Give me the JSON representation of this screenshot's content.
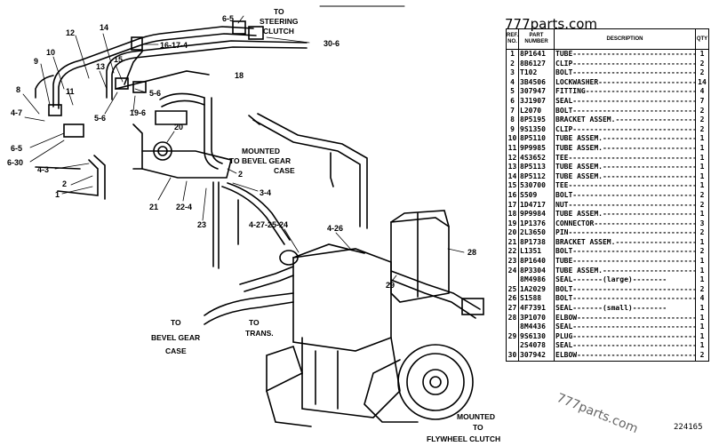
{
  "watermark_top": "777parts.com",
  "watermark_bottom": "777parts.com",
  "drawing_number": "224165",
  "table_headers": {
    "ref": "REF. NO.",
    "part": "PART NUMBER",
    "desc": "DESCRIPTION",
    "qty": "QTY"
  },
  "parts": [
    {
      "ref": "1",
      "part": "8P1641",
      "desc": "TUBE",
      "qty": "1"
    },
    {
      "ref": "2",
      "part": "8B6127",
      "desc": "CLIP",
      "qty": "2"
    },
    {
      "ref": "3",
      "part": "T102",
      "desc": "BOLT",
      "qty": "2"
    },
    {
      "ref": "4",
      "part": "3B4506",
      "desc": "LOCKWASHER",
      "qty": "14"
    },
    {
      "ref": "5",
      "part": "307947",
      "desc": "FITTING",
      "qty": "4"
    },
    {
      "ref": "6",
      "part": "3J1907",
      "desc": "SEAL",
      "qty": "7"
    },
    {
      "ref": "7",
      "part": "L2070",
      "desc": "BOLT",
      "qty": "2"
    },
    {
      "ref": "8",
      "part": "8P5195",
      "desc": "BRACKET ASSEM.",
      "qty": "2"
    },
    {
      "ref": "9",
      "part": "9S1350",
      "desc": "CLIP",
      "qty": "2"
    },
    {
      "ref": "10",
      "part": "8P5110",
      "desc": "TUBE ASSEM.",
      "qty": "1"
    },
    {
      "ref": "11",
      "part": "9P9985",
      "desc": "TUBE ASSEM.",
      "qty": "1"
    },
    {
      "ref": "12",
      "part": "4S3652",
      "desc": "TEE",
      "qty": "1"
    },
    {
      "ref": "13",
      "part": "8P5113",
      "desc": "TUBE ASSEM.",
      "qty": "1"
    },
    {
      "ref": "14",
      "part": "8P5112",
      "desc": "TUBE ASSEM.",
      "qty": "1"
    },
    {
      "ref": "15",
      "part": "530700",
      "desc": "TEE",
      "qty": "1"
    },
    {
      "ref": "16",
      "part": "S509",
      "desc": "BOLT",
      "qty": "2"
    },
    {
      "ref": "17",
      "part": "1D4717",
      "desc": "NUT",
      "qty": "2"
    },
    {
      "ref": "18",
      "part": "9P9984",
      "desc": "TUBE ASSEM.",
      "qty": "1"
    },
    {
      "ref": "19",
      "part": "1P1376",
      "desc": "CONNECTOR",
      "qty": "3"
    },
    {
      "ref": "20",
      "part": "2L3650",
      "desc": "PIN",
      "qty": "2"
    },
    {
      "ref": "21",
      "part": "8P1738",
      "desc": "BRACKET ASSEM.",
      "qty": "1"
    },
    {
      "ref": "22",
      "part": "L1351",
      "desc": "BOLT",
      "qty": "2"
    },
    {
      "ref": "23",
      "part": "8P1640",
      "desc": "TUBE",
      "qty": "1"
    },
    {
      "ref": "24",
      "part": "8P3304",
      "desc": "TUBE ASSEM.",
      "qty": "1"
    },
    {
      "ref": "",
      "part": "8M4986",
      "desc": "SEAL",
      "note": "(large)",
      "qty": "1"
    },
    {
      "ref": "25",
      "part": "1A2029",
      "desc": "BOLT",
      "qty": "2"
    },
    {
      "ref": "26",
      "part": "S1588",
      "desc": "BOLT",
      "qty": "4"
    },
    {
      "ref": "27",
      "part": "4F7391",
      "desc": "SEAL",
      "note": "(small)",
      "qty": "1"
    },
    {
      "ref": "28",
      "part": "3P1070",
      "desc": "ELBOW",
      "qty": "1"
    },
    {
      "ref": "",
      "part": "8M4436",
      "desc": "SEAL",
      "qty": "1"
    },
    {
      "ref": "29",
      "part": "9S6130",
      "desc": "PLUG",
      "qty": "1"
    },
    {
      "ref": "",
      "part": "2S4078",
      "desc": "SEAL",
      "qty": "1"
    },
    {
      "ref": "30",
      "part": "307942",
      "desc": "ELBOW",
      "qty": "2"
    }
  ],
  "annotations": {
    "to_steering_clutch_1": "TO",
    "to_steering_clutch_2": "STEERING",
    "to_steering_clutch_3": "CLUTCH",
    "mounted_bevel_1": "MOUNTED",
    "mounted_bevel_2": "TO BEVEL GEAR",
    "mounted_bevel_3": "CASE",
    "to_bevel_1": "TO",
    "to_bevel_2": "BEVEL GEAR",
    "to_bevel_3": "CASE",
    "to_trans_1": "TO",
    "to_trans_2": "TRANS.",
    "mounted_flywheel_1": "MOUNTED",
    "mounted_flywheel_2": "TO",
    "mounted_flywheel_3": "FLYWHEEL CLUTCH"
  },
  "callouts": {
    "c6_5_top": "6-5",
    "c30_6": "30-6",
    "c16_17_4": "16-17-4",
    "c18": "18",
    "c12": "12",
    "c14": "14",
    "c9": "9",
    "c10": "10",
    "c13": "13",
    "c15": "15",
    "c11": "11",
    "c5_6a": "5-6",
    "c8": "8",
    "c4_7": "4-7",
    "c5_6b": "5-6",
    "c19_6": "19-6",
    "c6_5": "6-5",
    "c6_30": "6-30",
    "c20": "20",
    "c4_3": "4-3",
    "c2a": "2",
    "c2b": "2",
    "c3_4": "3-4",
    "c1": "1",
    "c21": "21",
    "c22_4": "22-4",
    "c23": "23",
    "c4_27_25_24": "4-27-25-24",
    "c4_26": "4-26",
    "c28": "28",
    "c29": "29"
  }
}
